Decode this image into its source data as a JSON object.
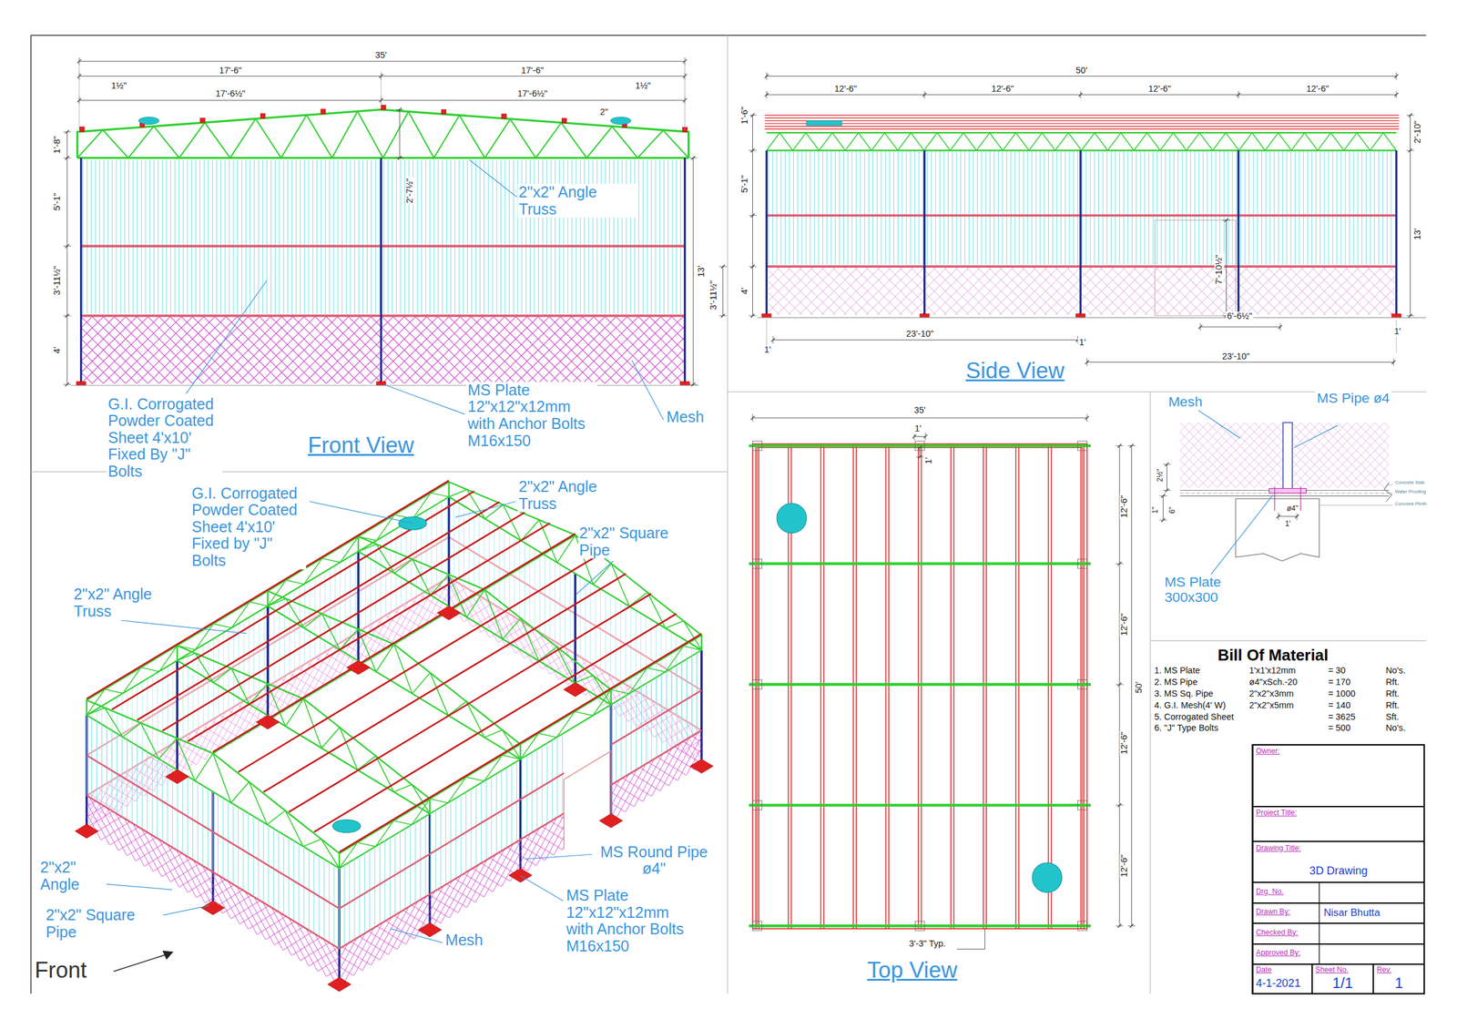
{
  "diagram": {
    "nodes": [
      {
        "text": [
          "Owner:"
        ]
      },
      {
        "text": [
          "Project Title:"
        ]
      },
      {
        "text": [
          "Drawing Title:",
          "3D Drawing"
        ]
      },
      {
        "text": [
          "Drg. No."
        ]
      },
      {
        "text": [
          "Drawn By:",
          "Nisar Bhutta"
        ]
      },
      {
        "text": [
          "Checked By:"
        ]
      },
      {
        "text": [
          "Approved By:"
        ]
      },
      {
        "text": [
          "Date",
          "4-1-2021"
        ]
      },
      {
        "text": [
          "Sheet No.",
          "1/1"
        ]
      },
      {
        "text": [
          "Rev.",
          "1"
        ]
      }
    ],
    "labels": [
      "35'",
      "17'-6\"",
      "17'-6\"",
      "1½\"",
      "17'-6½\"",
      "17'-6½\"",
      "1½\"",
      "2\"",
      "1'-8\"",
      "5'-1\"",
      "3'-11½\"",
      "4'",
      "2'-7½\"",
      "13'",
      "2\"x2\" Angle Truss",
      "G.I. Corrogated Powder Coated Sheet 4'x10' Fixed By \"J\" Bolts",
      "MS Plate 12\"x12\"x12mm with Anchor Bolts M16x150",
      "Mesh",
      "Front View",
      "50'",
      "12'-6\"",
      "12'-6\"",
      "12'-6\"",
      "12'-6\"",
      "1'-6\"",
      "5'-1\"",
      "4'",
      "3'-11½\"",
      "2'-10\"",
      "13'",
      "7'-10½\"",
      "1'",
      "23'-10\"",
      "1'",
      "6'-6½\"",
      "1'",
      "23'-10\"",
      "Side View",
      "35'",
      "1'",
      "1'",
      "12'-6\"",
      "12'-6\"",
      "12'-6\"",
      "12'-6\"",
      "50'",
      "3'-3\" Typ.",
      "Top View",
      "Mesh",
      "MS Pipe ø4",
      "2½\"",
      "1\"",
      "6\"",
      "ø4\"",
      "1'",
      "MS Plate 300x300",
      "Concrete Slab",
      "Water Proofing",
      "Concrete Plinth",
      "Bill Of Material",
      "1. MS Plate",
      "1'x1'x12mm",
      "= 30",
      "No's.",
      "2. MS Pipe",
      "ø4\"xSch.-20",
      "= 170",
      "Rft.",
      "3. MS Sq. Pipe",
      "2\"x2\"x3mm",
      "= 1000",
      "Rft.",
      "4. G.I. Mesh(4' W)",
      "2\"x2\"x5mm",
      "= 140",
      "Rft.",
      "5. Corrogated Sheet",
      "= 3625",
      "Sft.",
      "6. \"J\" Type Bolts",
      "= 500",
      "No's.",
      "G.I. Corrogated Powder Coated Sheet 4'x10' Fixed by \"J\" Bolts",
      "2\"x2\" Angle Truss",
      "2\"x2\" Square Pipe",
      "2\"x2\" Angle Truss",
      "MS Round Pipe ø4\"",
      "2\"x2\" Angle",
      "2\"x2\" Square Pipe",
      "MS Plate 12\"x12\"x12mm with Anchor Bolts M16x150",
      "Mesh",
      "Front"
    ]
  }
}
